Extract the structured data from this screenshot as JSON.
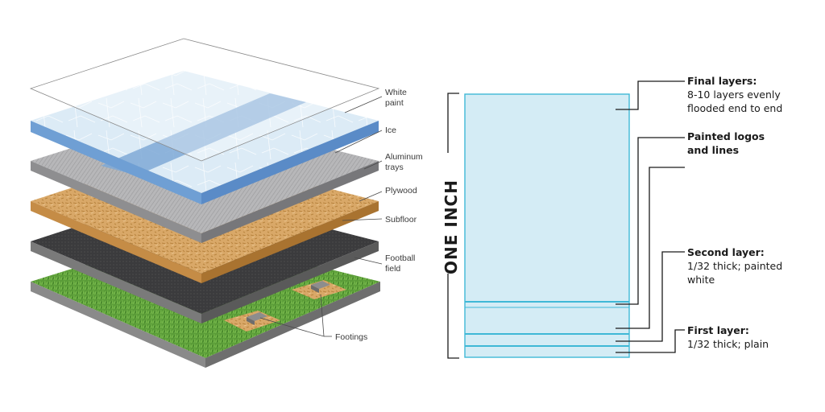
{
  "stack_labels": {
    "white_paint_1": "White",
    "white_paint_2": "paint",
    "ice": "Ice",
    "aluminum_1": "Aluminum",
    "aluminum_2": "trays",
    "plywood": "Plywood",
    "subfloor": "Subfloor",
    "football_1": "Football",
    "football_2": "field",
    "footings": "Footings"
  },
  "thickness": {
    "scale_label": "ONE INCH",
    "final_title": "Final layers:",
    "final_line1": "8-10 layers evenly",
    "final_line2": "flooded end to end",
    "logos_line1": "Painted logos",
    "logos_line2": "and lines",
    "second_title": "Second layer:",
    "second_line1": "1/32 thick; painted",
    "second_line2": "white",
    "first_title": "First layer:",
    "first_line1": "1/32 thick; plain"
  },
  "colors": {
    "ice_fill": "#d4ecf5",
    "ice_line": "#3fb8d6",
    "ice_surface": "#d9eaf7",
    "ice_stripe": "#7fa9d6",
    "grass": "#5fa23c",
    "osb": "#d8a86a",
    "subfloor": "#3a3a3a",
    "aluminum": "#a9a9a9"
  }
}
